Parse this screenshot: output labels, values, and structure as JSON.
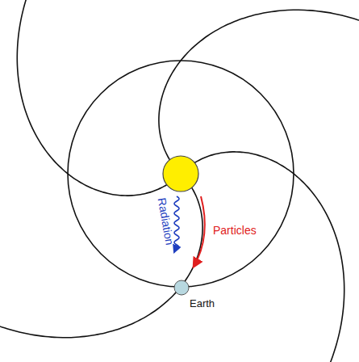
{
  "diagram": {
    "nodes": [
      {
        "text": [
          "Earth"
        ]
      }
    ],
    "labels": [
      "Radiation",
      "Particles"
    ]
  }
}
